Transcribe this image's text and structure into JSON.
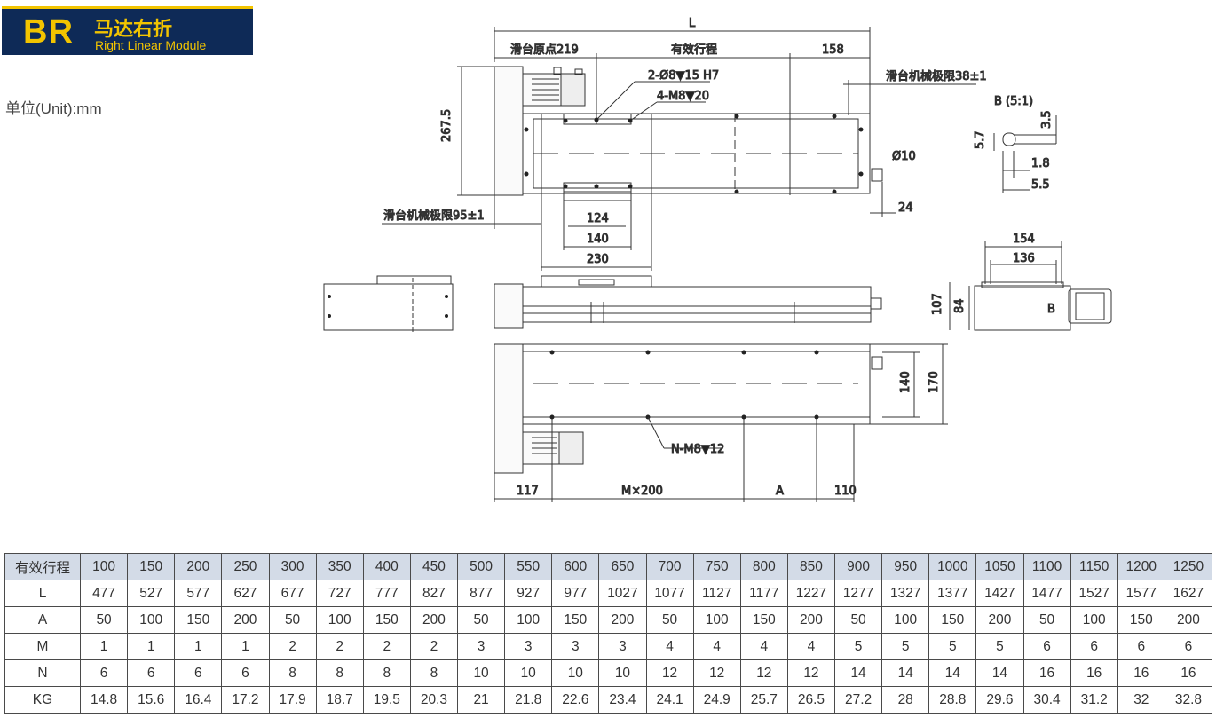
{
  "header": {
    "code": "BR",
    "title_cn": "马达右折",
    "title_en": "Right Linear Module"
  },
  "unit_label": "单位(Unit):mm",
  "drawing": {
    "top_view": {
      "L": "L",
      "origin": "滑台原点219",
      "stroke": "有效行程",
      "d158": "158",
      "limit38": "滑台机械极限38±1",
      "hole1": "2-Ø8▼15  H7",
      "hole2": "4-M8▼20",
      "d267": "267.5",
      "phi10": "Ø10",
      "d24": "24",
      "limit95": "滑台机械极限95±1",
      "d124": "124",
      "d140": "140",
      "d230": "230"
    },
    "detail_b": {
      "title": "B  (5:1)",
      "d35": "3.5",
      "d57": "5.7",
      "d18": "1.8",
      "d55": "5.5"
    },
    "side_view": {
      "d154": "154",
      "d136": "136",
      "d107": "107",
      "d84": "84",
      "b": "B"
    },
    "bottom_view": {
      "holes": "N-M8▼12",
      "d117": "117",
      "m200": "M×200",
      "a": "A",
      "d110": "110",
      "d140": "140",
      "d170": "170"
    }
  },
  "table": {
    "rows": [
      {
        "label": "有效行程",
        "values": [
          "100",
          "150",
          "200",
          "250",
          "300",
          "350",
          "400",
          "450",
          "500",
          "550",
          "600",
          "650",
          "700",
          "750",
          "800",
          "850",
          "900",
          "950",
          "1000",
          "1050",
          "1100",
          "1150",
          "1200",
          "1250"
        ]
      },
      {
        "label": "L",
        "values": [
          "477",
          "527",
          "577",
          "627",
          "677",
          "727",
          "777",
          "827",
          "877",
          "927",
          "977",
          "1027",
          "1077",
          "1127",
          "1177",
          "1227",
          "1277",
          "1327",
          "1377",
          "1427",
          "1477",
          "1527",
          "1577",
          "1627"
        ]
      },
      {
        "label": "A",
        "values": [
          "50",
          "100",
          "150",
          "200",
          "50",
          "100",
          "150",
          "200",
          "50",
          "100",
          "150",
          "200",
          "50",
          "100",
          "150",
          "200",
          "50",
          "100",
          "150",
          "200",
          "50",
          "100",
          "150",
          "200"
        ]
      },
      {
        "label": "M",
        "values": [
          "1",
          "1",
          "1",
          "1",
          "2",
          "2",
          "2",
          "2",
          "3",
          "3",
          "3",
          "3",
          "4",
          "4",
          "4",
          "4",
          "5",
          "5",
          "5",
          "5",
          "6",
          "6",
          "6",
          "6"
        ]
      },
      {
        "label": "N",
        "values": [
          "6",
          "6",
          "6",
          "6",
          "8",
          "8",
          "8",
          "8",
          "10",
          "10",
          "10",
          "10",
          "12",
          "12",
          "12",
          "12",
          "14",
          "14",
          "14",
          "14",
          "16",
          "16",
          "16",
          "16"
        ]
      },
      {
        "label": "KG",
        "values": [
          "14.8",
          "15.6",
          "16.4",
          "17.2",
          "17.9",
          "18.7",
          "19.5",
          "20.3",
          "21",
          "21.8",
          "22.6",
          "23.4",
          "24.1",
          "24.9",
          "25.7",
          "26.5",
          "27.2",
          "28",
          "28.8",
          "29.6",
          "30.4",
          "31.2",
          "32",
          "32.8"
        ]
      }
    ]
  }
}
